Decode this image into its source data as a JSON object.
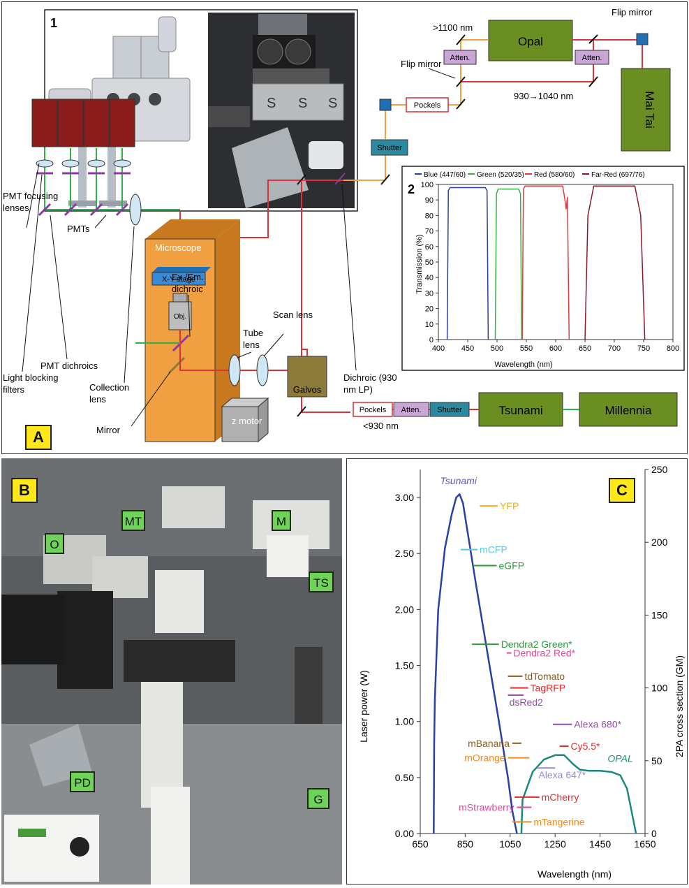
{
  "panel_a": {
    "badge": "A",
    "inset1_number": "1",
    "inset2_number": "2",
    "laser_opal": "Opal",
    "laser_maitai": "Mai Tai",
    "laser_tsunami": "Tsunami",
    "laser_millennia": "Millennia",
    "label_1100": ">1100 nm",
    "label_flip_mirror_top": "Flip mirror",
    "label_flip_mirror_left": "Flip mirror",
    "label_930_1040": "930→1040 nm",
    "label_930_short": "<930 nm",
    "box_atten": "Atten.",
    "box_pockels": "Pockels",
    "box_shutter": "Shutter",
    "label_pmt_focusing": "PMT focusing lenses",
    "label_pmts": "PMTs",
    "label_microscope": "Microscope",
    "label_xy_stage": "X-Y stage",
    "label_obj": "Obj.",
    "label_ex_em": "Ex./Em. dichroic",
    "label_scan_lens": "Scan lens",
    "label_tube_lens": "Tube lens",
    "label_pmt_dichroics": "PMT dichroics",
    "label_light_blocking": "Light blocking filters",
    "label_collection_lens": "Collection lens",
    "label_mirror": "Mirror",
    "label_z_motor": "z motor",
    "label_galvos": "Galvos",
    "label_dichroic": "Dichroic (930 nm LP)",
    "colors": {
      "laser_box": "#6b8e23",
      "pmt": "#8b1c1c",
      "microscope": "#f0a040",
      "atten": "#c9a6d6",
      "shutter": "#2b8aa0",
      "beam_red": "#e0303a",
      "beam_orange": "#f0a040",
      "beam_green": "#2fb24a"
    }
  },
  "panel_b": {
    "badge": "B",
    "tags": {
      "O": "O",
      "MT": "MT",
      "M": "M",
      "TS": "TS",
      "PD": "PD",
      "G": "G"
    }
  },
  "inset_chart": {
    "legend": [
      "Blue (447/60)",
      "Green (520/35)",
      "Red (580/60)",
      "Far-Red (697/76)"
    ],
    "xlabel": "Wavelength (nm)",
    "ylabel": "Transmission (%)",
    "xticks": [
      "400",
      "450",
      "500",
      "550",
      "600",
      "650",
      "700",
      "750",
      "800"
    ],
    "yticks": [
      "0",
      "10",
      "20",
      "30",
      "40",
      "50",
      "60",
      "70",
      "80",
      "90",
      "100"
    ]
  },
  "panel_c": {
    "badge": "C",
    "xlabel": "Wavelength (nm)",
    "ylabel_left": "Laser power (W)",
    "ylabel_right": "2PA cross section (GM)",
    "xticks": [
      "650",
      "850",
      "1050",
      "1250",
      "1450",
      "1650"
    ],
    "yticks_left": [
      "0.00",
      "0.50",
      "1.00",
      "1.50",
      "2.00",
      "2.50",
      "3.00"
    ],
    "yticks_right": [
      "0",
      "50",
      "100",
      "150",
      "200",
      "250"
    ],
    "curve_tsunami": "Tsunami",
    "curve_opal": "OPAL"
  },
  "chart_data": [
    {
      "type": "line",
      "xlabel": "Wavelength (nm)",
      "ylabel": "Transmission (%)",
      "xlim": [
        400,
        800
      ],
      "ylim": [
        0,
        100
      ],
      "legend_position": "top",
      "series": [
        {
          "name": "Blue (447/60)",
          "color": "#2b3fa0",
          "x": [
            415,
            417,
            420,
            480,
            483,
            485
          ],
          "y": [
            0,
            96,
            98,
            98,
            96,
            0
          ]
        },
        {
          "name": "Green (520/35)",
          "color": "#3cb043",
          "x": [
            497,
            499,
            502,
            537,
            540,
            542
          ],
          "y": [
            0,
            94,
            97,
            97,
            94,
            0
          ]
        },
        {
          "name": "Red (580/60)",
          "color": "#e03a40",
          "x": [
            543,
            545,
            548,
            612,
            615,
            618,
            620,
            623
          ],
          "y": [
            0,
            97,
            99,
            99,
            92,
            84,
            92,
            0
          ]
        },
        {
          "name": "Far-Red (697/76)",
          "color": "#8b1a2a",
          "x": [
            650,
            655,
            665,
            735,
            745,
            752
          ],
          "y": [
            0,
            80,
            99,
            99,
            80,
            0
          ]
        }
      ]
    },
    {
      "type": "line",
      "xlabel": "Wavelength (nm)",
      "ylabel": "Laser power (W)",
      "xlim": [
        650,
        1650
      ],
      "ylim": [
        0,
        3.25
      ],
      "y2label": "2PA cross section (GM)",
      "y2lim": [
        0,
        250
      ],
      "series": [
        {
          "name": "Tsunami",
          "color": "#2a3fa8",
          "x": [
            710,
            712,
            715,
            730,
            760,
            790,
            810,
            825,
            840,
            860,
            900,
            950,
            1000,
            1040,
            1060,
            1080
          ],
          "y": [
            0,
            0.8,
            1.2,
            2.0,
            2.55,
            2.85,
            3.0,
            3.03,
            2.95,
            2.7,
            2.2,
            1.6,
            1.0,
            0.5,
            0.2,
            0
          ]
        },
        {
          "name": "OPAL",
          "color": "#1a8a80",
          "x": [
            1100,
            1105,
            1150,
            1200,
            1250,
            1290,
            1330,
            1360,
            1400,
            1450,
            1500,
            1540,
            1570,
            1590,
            1605,
            1610
          ],
          "y": [
            0,
            0.3,
            0.55,
            0.66,
            0.7,
            0.7,
            0.62,
            0.57,
            0.56,
            0.56,
            0.55,
            0.52,
            0.4,
            0.2,
            0.05,
            0
          ]
        }
      ],
      "segments": [
        {
          "label": "YFP",
          "color": "#f2a91d",
          "xmin": 915,
          "xmax": 995,
          "y_gm": 225
        },
        {
          "label": "mCFP",
          "color": "#5bc8e0",
          "xmin": 830,
          "xmax": 905,
          "y_gm": 195
        },
        {
          "label": "eGFP",
          "color": "#2a9a3a",
          "xmin": 880,
          "xmax": 990,
          "y_gm": 184
        },
        {
          "label": "Dendra2 Green*",
          "color": "#2a9a3a",
          "xmin": 880,
          "xmax": 1000,
          "y_gm": 130
        },
        {
          "label": "Dendra2 Red*",
          "color": "#e04a9a",
          "xmin": 1035,
          "xmax": 1055,
          "y_gm": 124
        },
        {
          "label": "tdTomato",
          "color": "#8b5a1e",
          "xmin": 1040,
          "xmax": 1105,
          "y_gm": 108
        },
        {
          "label": "TagRFP",
          "color": "#e02a2a",
          "xmin": 1050,
          "xmax": 1130,
          "y_gm": 100
        },
        {
          "label": "dsRed2",
          "color": "#9a4ab0",
          "xmin": 1040,
          "xmax": 1110,
          "y_gm": 95
        },
        {
          "label": "Alexa 680*",
          "color": "#9a4ab0",
          "xmin": 1240,
          "xmax": 1325,
          "y_gm": 75
        },
        {
          "label": "Cy5.5*",
          "color": "#e02a2a",
          "xmin": 1270,
          "xmax": 1310,
          "y_gm": 60
        },
        {
          "label": "mBanana",
          "color": "#8b5a1e",
          "xmin": 1060,
          "xmax": 1100,
          "y_gm": 62
        },
        {
          "label": "mOrange",
          "color": "#f08a1d",
          "xmin": 1040,
          "xmax": 1135,
          "y_gm": 52
        },
        {
          "label": "Alexa 647*",
          "color": "#9a8ad0",
          "xmin": 1170,
          "xmax": 1250,
          "y_gm": 45
        },
        {
          "label": "mCherry",
          "color": "#e02a2a",
          "xmin": 1070,
          "xmax": 1180,
          "y_gm": 25
        },
        {
          "label": "mStrawberry",
          "color": "#e04a9a",
          "xmin": 1080,
          "xmax": 1145,
          "y_gm": 18
        },
        {
          "label": "mTangerine",
          "color": "#f08a1d",
          "xmin": 1060,
          "xmax": 1145,
          "y_gm": 8
        }
      ]
    }
  ]
}
